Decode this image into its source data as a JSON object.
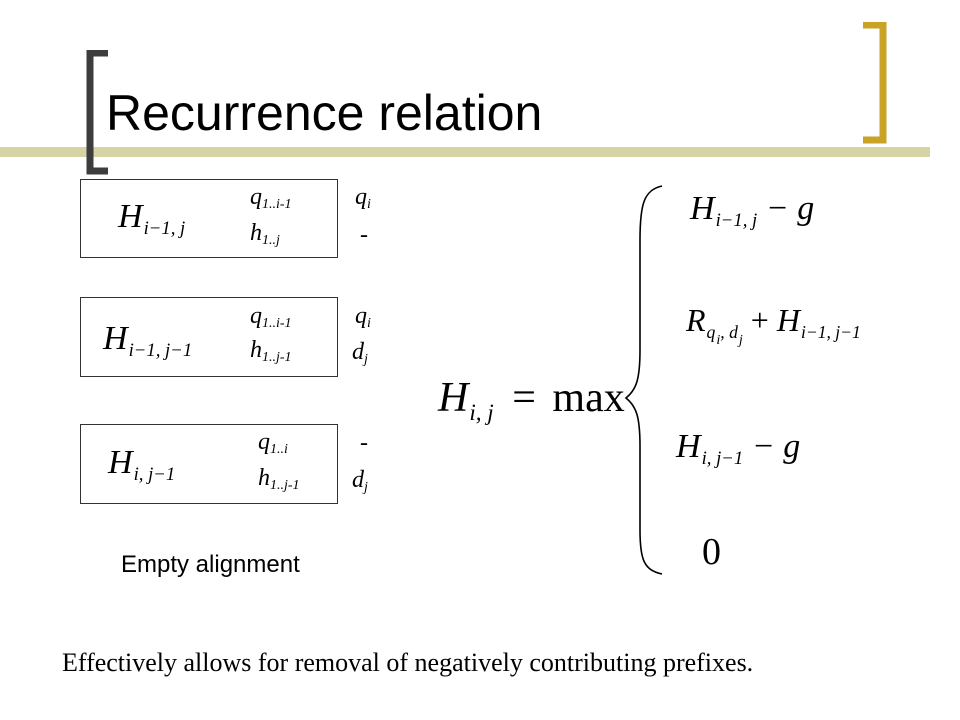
{
  "title": "Recurrence relation",
  "accent_color": "#c9a227",
  "bar_color": "#d6d3a4",
  "cells": [
    {
      "H": "H",
      "H_sub": "i−1, j",
      "q": "q",
      "q_sub": "1..i-1",
      "h": "h",
      "h_sub": "1..j",
      "top": "q",
      "top_sub": "i",
      "bottom": "-",
      "bottom_sub": ""
    },
    {
      "H": "H",
      "H_sub": "i−1, j−1",
      "q": "q",
      "q_sub": "1..i-1",
      "h": "h",
      "h_sub": "1..j-1",
      "top": "q",
      "top_sub": "i",
      "bottom": "d",
      "bottom_sub": "j"
    },
    {
      "H": "H",
      "H_sub": "i, j−1",
      "q": "q",
      "q_sub": "1..i",
      "h": "h",
      "h_sub": "1..j-1",
      "top": "-",
      "top_sub": "",
      "bottom": "d",
      "bottom_sub": "j"
    }
  ],
  "equation": {
    "lhs": "H",
    "lhs_sub": "i, j",
    "equals": "=",
    "max": "max",
    "cases": [
      {
        "main": "H",
        "sub": "i−1, j",
        "tail": " − g"
      },
      {
        "main": "R",
        "sub": "q",
        "sub2": "i",
        "sub3": ", d",
        "sub4": "j",
        "plus": " + ",
        "main2": "H",
        "sub5": "i−1, j−1"
      },
      {
        "main": "H",
        "sub": "i, j−1",
        "tail": " − g"
      },
      {
        "main": "0"
      }
    ]
  },
  "caption": "Empty alignment",
  "footer": "Effectively allows for removal of negatively contributing prefixes."
}
